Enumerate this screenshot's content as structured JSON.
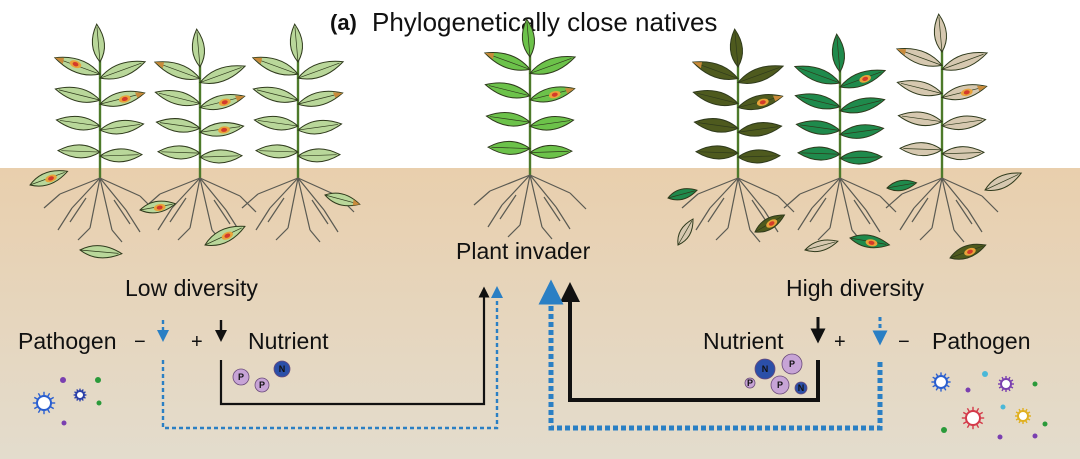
{
  "figure": {
    "panel_letter": "(a)",
    "title": "Phylogenetically close natives"
  },
  "labels": {
    "left_diversity": "Low diversity",
    "right_diversity": "High diversity",
    "center": "Plant invader",
    "pathogen_left": "Pathogen",
    "pathogen_right": "Pathogen",
    "nutrient_left": "Nutrient",
    "nutrient_right": "Nutrient",
    "minus": "−",
    "plus": "+"
  },
  "nutrients": {
    "left": [
      "P",
      "P",
      "N"
    ],
    "right": [
      "N",
      "P",
      "P",
      "P",
      "N"
    ]
  },
  "colors": {
    "soil_top": "#e9cfad",
    "soil_bottom": "#e4dccb",
    "leaf_light": "#b9d79a",
    "leaf_invader": "#6cc24a",
    "leaf_dark": "#4e5a1e",
    "leaf_green": "#1f8a4c",
    "leaf_tan": "#d6c8b0",
    "nutrient_line": "#111111",
    "pathogen_line": "#2a7fc4",
    "nutrient_ball": "#c7a4d6",
    "nitrogen_ball": "#2b4fa8"
  },
  "icons": [
    "pathogen-icon",
    "nutrient-icon",
    "arrow-down-icon",
    "arrow-up-icon"
  ]
}
